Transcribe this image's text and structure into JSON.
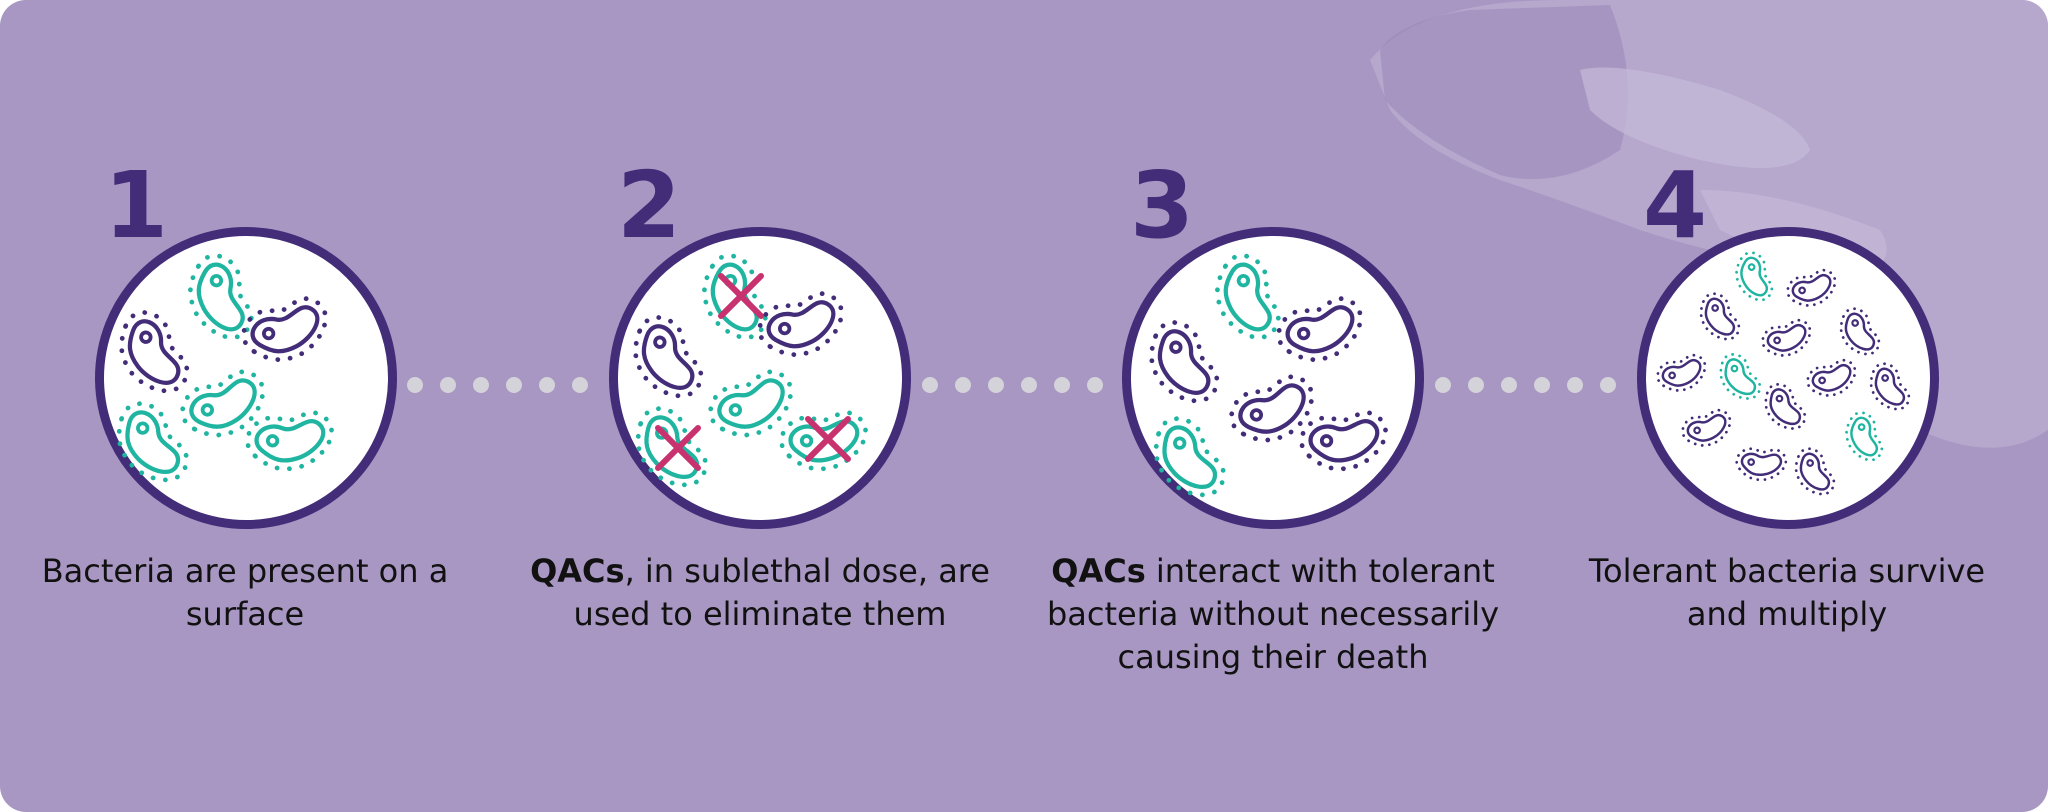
{
  "colors": {
    "background": "#a897c2",
    "primary": "#432c78",
    "bacteria_teal": "#1fb5a0",
    "cross": "#c8326e",
    "dots": "#d4d3da"
  },
  "steps": [
    {
      "number": "1",
      "bold": "",
      "text": "Bacteria are present on a surface"
    },
    {
      "number": "2",
      "bold": "QACs",
      "text": ", in sublethal dose, are used to eliminate them"
    },
    {
      "number": "3",
      "bold": "QACs",
      "text": " interact with tolerant bacteria without necessarily causing their death"
    },
    {
      "number": "4",
      "bold": "",
      "text": "Tolerant bacteria survive and multiply"
    }
  ]
}
